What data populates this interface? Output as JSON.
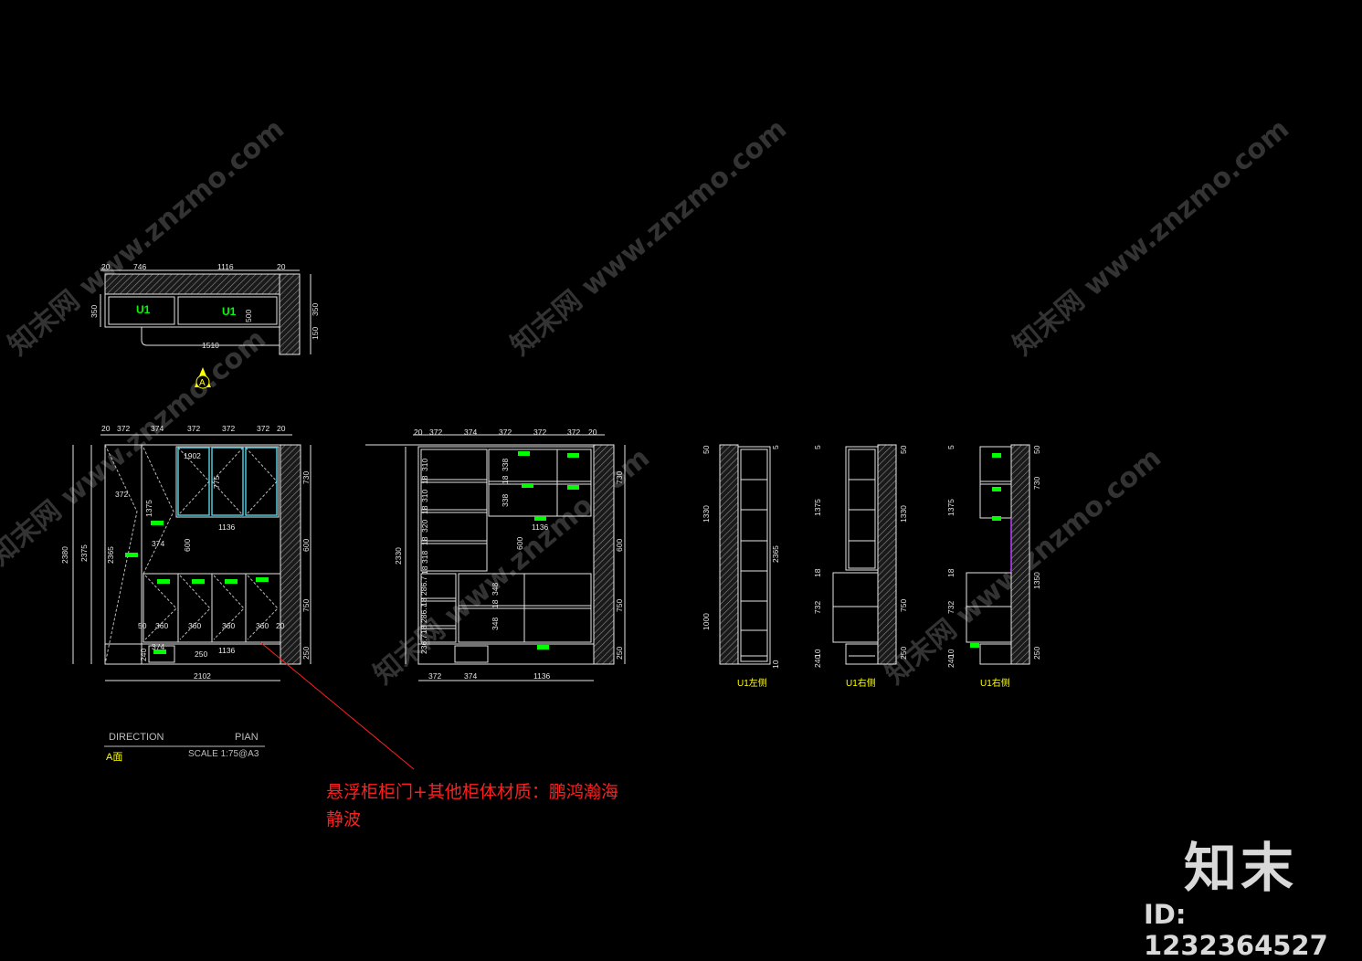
{
  "plan": {
    "top_dims": [
      "20",
      "746",
      "1116",
      "20"
    ],
    "left_dim": "350",
    "inner_dim": "500",
    "right_dims": [
      "350",
      "150"
    ],
    "bottom_dim": "1510",
    "unit_labels": [
      "U1",
      "U1"
    ],
    "direction_marker": "A"
  },
  "elev_a": {
    "top_dims": [
      "20",
      "372",
      "374",
      "372",
      "372",
      "372",
      "20"
    ],
    "left_dims": [
      "2380",
      "2375",
      "2365"
    ],
    "right_dims": [
      "730",
      "600",
      "750",
      "250"
    ],
    "inner_dims": [
      "372",
      "1375",
      "374",
      "600",
      "1902",
      "775",
      "1136",
      "1136",
      "50",
      "360",
      "360",
      "360",
      "360",
      "20",
      "374",
      "250",
      "240"
    ],
    "bottom_dim": "2102"
  },
  "elev_b": {
    "top_dims": [
      "20",
      "372",
      "374",
      "372",
      "372",
      "372",
      "20"
    ],
    "left_dims": [
      "2330"
    ],
    "right_dims": [
      "730",
      "600",
      "750",
      "250"
    ],
    "inner_dims": [
      "310",
      "18",
      "310",
      "18",
      "320",
      "18",
      "318",
      "18",
      "338",
      "18",
      "338",
      "1136",
      "600",
      "286.7",
      "18",
      "286.7",
      "18",
      "236.7",
      "348",
      "18",
      "348"
    ],
    "bottom_dims": [
      "372",
      "374",
      "1136"
    ]
  },
  "sides": [
    {
      "caption": "U1左侧",
      "dims_left": [
        "50",
        "1330",
        "1000"
      ],
      "dims_right": [
        "5",
        "2365",
        "10"
      ]
    },
    {
      "caption": "U1右侧",
      "dims_left": [
        "5",
        "1375",
        "18",
        "732",
        "10",
        "240"
      ],
      "dims_right": [
        "50",
        "1330",
        "750",
        "250"
      ]
    },
    {
      "caption": "U1右侧",
      "dims_left": [
        "5",
        "1375",
        "18",
        "732",
        "10",
        "240"
      ],
      "dims_right": [
        "50",
        "730",
        "1350",
        "250"
      ]
    }
  ],
  "title_block": {
    "direction": "DIRECTION",
    "plan_label": "PIAN",
    "view_name": "A面",
    "scale": "SCALE 1:75@A3"
  },
  "annotation": {
    "line1": "悬浮柜柜门+其他柜体材质：鹏鸿瀚海",
    "line2": "静波"
  },
  "watermarks": [
    "知末网 www.znzmo.com",
    "知末网 www.znzmo.com",
    "知末网 www.znzmo.com",
    "知末网 www.znzmo.com",
    "知末网 www.znzmo.com",
    "知末网 www.znzmo.com"
  ],
  "brand": {
    "logo_text": "知末",
    "id_text": "ID: 1232364527"
  },
  "colors": {
    "background": "#000000",
    "linework": "#e6e6e6",
    "hatch": "#8a8a8a",
    "glass_door": "#4fc8d8",
    "handle": "#00ff00",
    "annotation": "#ff1e1e",
    "caption": "#ffff00"
  }
}
